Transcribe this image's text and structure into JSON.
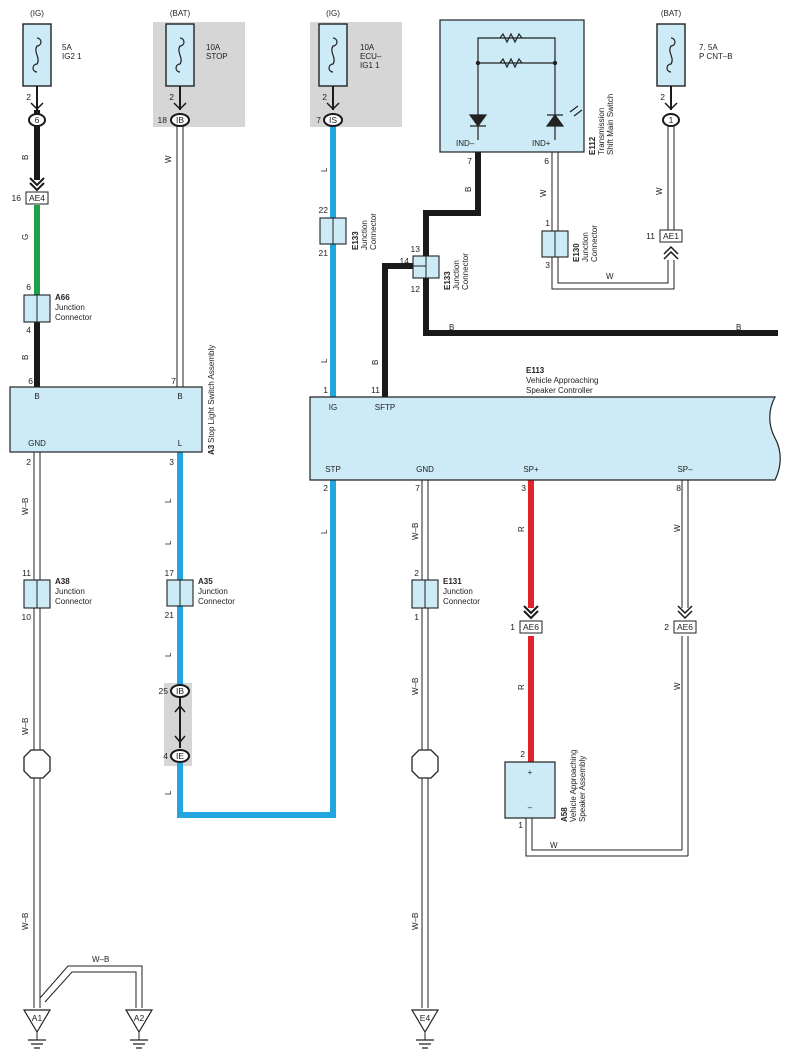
{
  "colors": {
    "black_wire": "#1a1a1a",
    "green_wire": "#1fa14a",
    "blue_wire": "#23a6e0",
    "red_wire": "#e3232b",
    "component_fill": "#cdebf6",
    "relay_area": "#d6d6d6"
  },
  "fuses": {
    "f1": {
      "source": "(IG)",
      "rating": "5A",
      "name": "IG2 1",
      "pin": "2",
      "conn_pin": "6"
    },
    "f2": {
      "source": "(BAT)",
      "rating": "10A",
      "name": "STOP",
      "pin": "2",
      "conn_num": "18",
      "conn_code": "IB"
    },
    "f3": {
      "source": "(IG)",
      "rating": "10A",
      "name1": "ECU–",
      "name2": "IG1 1",
      "pin": "2",
      "conn_num": "7",
      "conn_code": "IS"
    },
    "f4": {
      "source": "(BAT)",
      "rating": "7. 5A",
      "name": "P CNT–B",
      "pin": "2",
      "conn_pin": "1"
    }
  },
  "connectors": {
    "ae4": {
      "code": "AE4",
      "pin": "16"
    },
    "ae1": {
      "code": "AE1",
      "pin": "11"
    },
    "ae6a": {
      "code": "AE6",
      "pin": "1"
    },
    "ae6b": {
      "code": "AE6",
      "pin": "2"
    },
    "ib2": {
      "code": "IB",
      "pin": "25"
    },
    "ie": {
      "code": "IE",
      "pin": "4"
    }
  },
  "junctions": {
    "a66": {
      "code": "A66",
      "name": "Junction\nConnector",
      "pin_top": "6",
      "pin_bottom": "4"
    },
    "e133a": {
      "code": "E133",
      "name": "Junction\nConnector",
      "pin_top": "22",
      "pin_bottom": "21"
    },
    "e133b": {
      "code": "E133",
      "name": "Junction\nConnector",
      "pin_top": "13",
      "pin_left": "14",
      "pin_bottom": "12"
    },
    "e130": {
      "code": "E130",
      "name": "Junction\nConnector",
      "pin_top": "1",
      "pin_bottom": "3"
    },
    "a38": {
      "code": "A38",
      "name": "Junction\nConnector",
      "pin_top": "11",
      "pin_bottom": "10"
    },
    "a35": {
      "code": "A35",
      "name": "Junction\nConnector",
      "pin_top": "17",
      "pin_bottom": "21"
    },
    "e131": {
      "code": "E131",
      "name": "Junction\nConnector",
      "pin_top": "2",
      "pin_bottom": "1"
    }
  },
  "components": {
    "a3": {
      "code": "A3",
      "name": "Stop Light Switch Assembly",
      "pin_b1": "6",
      "label_b1": "B",
      "pin_b2": "7",
      "label_b2": "B",
      "pin_gnd": "2",
      "label_gnd": "GND",
      "pin_l": "3",
      "label_l": "L"
    },
    "e112": {
      "code": "E112",
      "name1": "Transmission",
      "name2": "Shift Main Switch",
      "ind_minus": "IND–",
      "ind_plus": "IND+",
      "pin_minus": "7",
      "pin_plus": "6"
    },
    "e113": {
      "code": "E113",
      "name1": "Vehicle Approaching",
      "name2": "Speaker Controller",
      "ig": "IG",
      "sftp": "SFTP",
      "stp": "STP",
      "gnd": "GND",
      "spp": "SP+",
      "spm": "SP–",
      "pin_ig": "1",
      "pin_sftp": "11",
      "pin_stp": "2",
      "pin_gnd": "7",
      "pin_spp": "3",
      "pin_spm": "8"
    },
    "a58": {
      "code": "A58",
      "name1": "Vehicle Approaching",
      "name2": "Speaker Assembly",
      "plus": "+",
      "minus": "–",
      "pin_plus": "2",
      "pin_minus": "1"
    }
  },
  "wire_labels": {
    "b": "B",
    "g": "G",
    "w": "W",
    "l": "L",
    "r": "R",
    "wb": "W–B"
  },
  "grounds": {
    "g1": "A1",
    "g2": "A2",
    "g3": "E4"
  }
}
